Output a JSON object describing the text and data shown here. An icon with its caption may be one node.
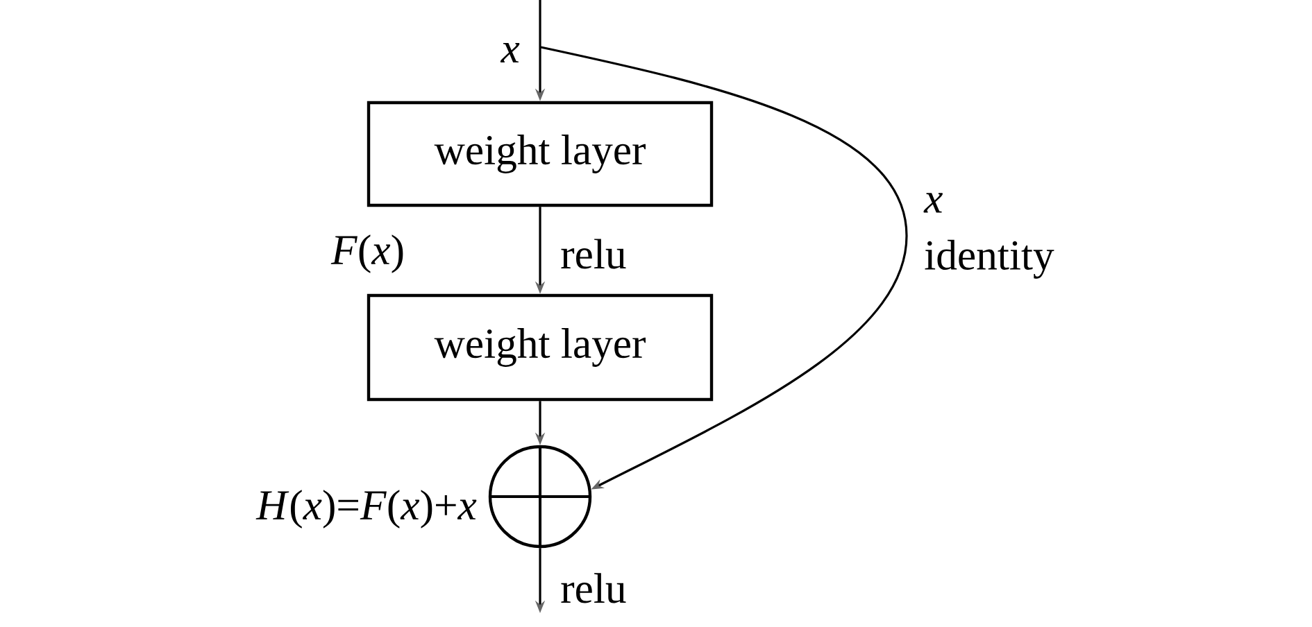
{
  "diagram": {
    "nodes": [
      {
        "text": [
          "weight layer"
        ]
      },
      {
        "text": [
          "weight layer"
        ]
      },
      {
        "text": [],
        "shape": "circle",
        "beside": [
          "*H*(*x*)=*F*(*x*)+*x*"
        ]
      }
    ],
    "edges": [
      {
        "from": null,
        "to": 0,
        "arrow": "to",
        "label": "x"
      },
      {
        "from": 0,
        "to": 1,
        "arrow": "to",
        "label": "relu"
      },
      {
        "from": 1,
        "to": 2,
        "arrow": "to"
      },
      {
        "from": 2,
        "to": null,
        "arrow": "to",
        "label": "relu"
      },
      {
        "from": null,
        "to": 2,
        "arrow": "to",
        "label": "*x* identity"
      }
    ],
    "labels": [
      "*F*(*x*)"
    ]
  }
}
